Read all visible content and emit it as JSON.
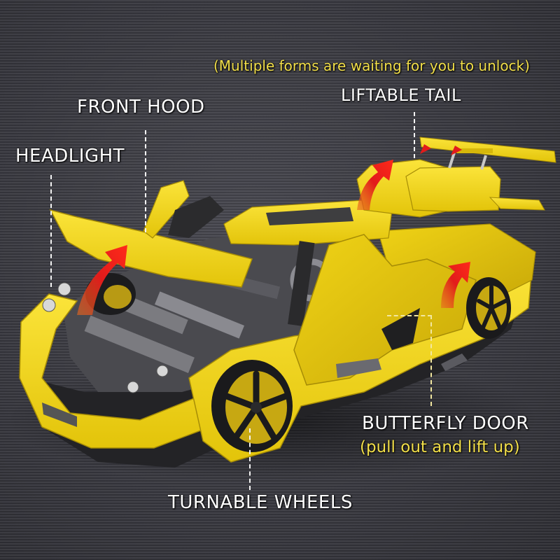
{
  "headline": {
    "subtitle": "(Multiple forms are waiting for you to unlock)"
  },
  "callouts": {
    "front_hood": "FRONT HOOD",
    "headlight": "HEADLIGHT",
    "liftable_tail": "LIFTABLE TAIL",
    "butterfly_door": "BUTTERFLY DOOR",
    "butterfly_door_note": "(pull out and lift up)",
    "turnable_wheels": "TURNABLE WHEELS"
  },
  "product": {
    "subject": "yellow building-block sports car model",
    "body_color": "#f2d814",
    "trim_color": "#2a2a2c",
    "arrow_color": "#e21b1b"
  },
  "colors": {
    "background": "#3a3a40",
    "label_text": "#ffffff",
    "note_text": "#f2df4a"
  }
}
